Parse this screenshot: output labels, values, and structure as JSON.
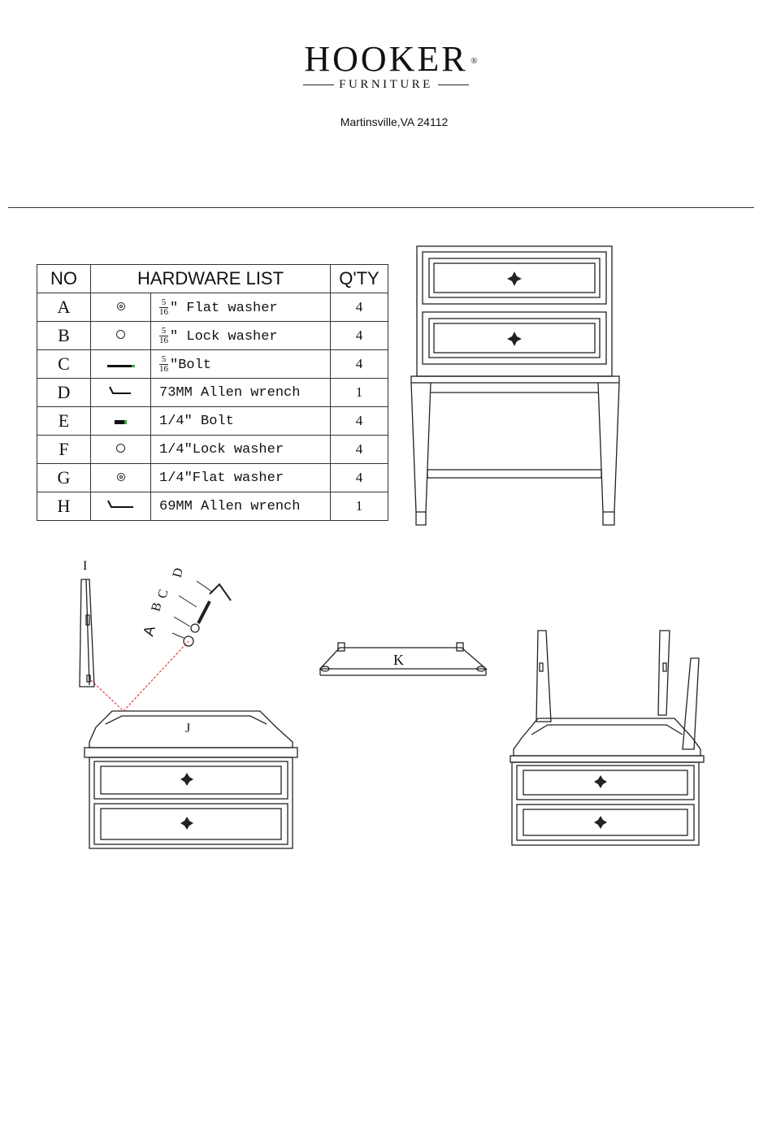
{
  "brand": {
    "name": "HOOKER",
    "registered": "®",
    "subtitle": "FURNITURE",
    "address": "Martinsville,VA 24112"
  },
  "hardware_table": {
    "headers": {
      "no": "NO",
      "list": "HARDWARE LIST",
      "qty": "Q'TY"
    },
    "rows": [
      {
        "no": "A",
        "icon": "flat-washer-icon",
        "fraction": {
          "num": "5",
          "den": "16"
        },
        "desc": "″ Flat washer",
        "qty": "4"
      },
      {
        "no": "B",
        "icon": "lock-washer-icon",
        "fraction": {
          "num": "5",
          "den": "16"
        },
        "desc": "″ Lock washer",
        "qty": "4"
      },
      {
        "no": "C",
        "icon": "bolt-icon",
        "fraction": {
          "num": "5",
          "den": "16"
        },
        "desc": "″Bolt",
        "qty": "4"
      },
      {
        "no": "D",
        "icon": "allen-wrench-icon",
        "desc": "73MM Allen wrench",
        "qty": "1"
      },
      {
        "no": "E",
        "icon": "short-bolt-icon",
        "desc": "1/4″ Bolt",
        "qty": "4"
      },
      {
        "no": "F",
        "icon": "lock-washer-icon",
        "desc": "1/4″Lock washer",
        "qty": "4"
      },
      {
        "no": "G",
        "icon": "flat-washer-icon",
        "desc": "1/4″Flat washer",
        "qty": "4"
      },
      {
        "no": "H",
        "icon": "allen-wrench-icon",
        "desc": "69MM Allen wrench",
        "qty": "1"
      }
    ]
  },
  "diagram_labels": {
    "leg": "I",
    "case": "J",
    "stretcher": "K",
    "hw_a": "A",
    "hw_b": "B",
    "hw_c": "C",
    "hw_d": "D"
  }
}
